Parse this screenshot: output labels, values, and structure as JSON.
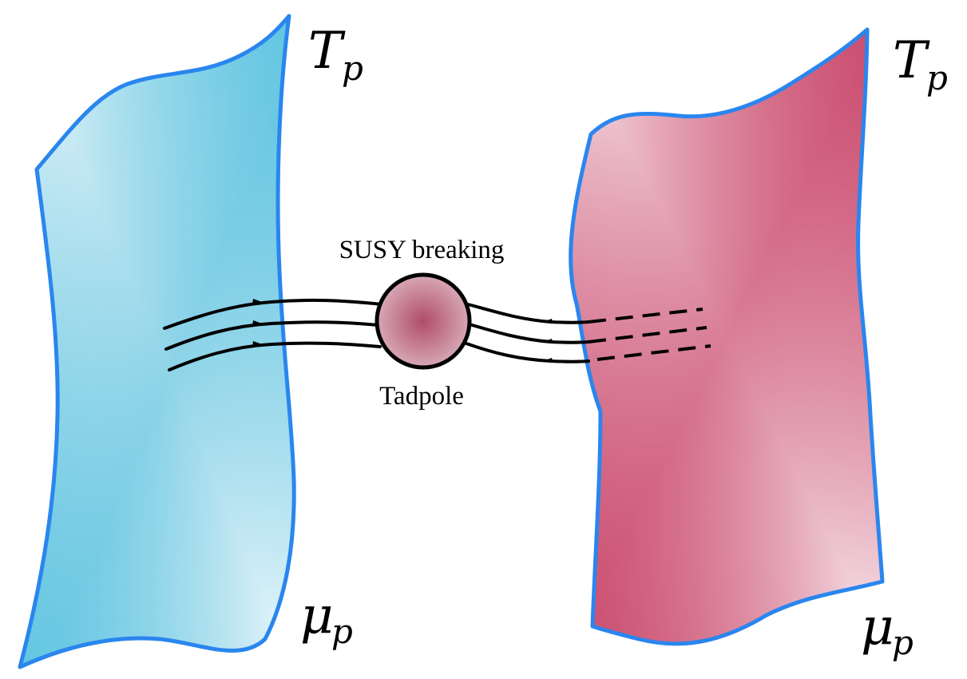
{
  "labels": {
    "left_top_main": "T",
    "left_top_sub": "p",
    "left_bottom_main": "μ",
    "left_bottom_sub": "p",
    "right_top_main": "T",
    "right_top_sub": "p",
    "right_bottom_main": "μ",
    "right_bottom_sub": "p",
    "center_top": "SUSY breaking",
    "center_bottom": "Tadpole"
  },
  "colors": {
    "left_brane_deep": "#5bc3e0",
    "left_brane_light": "#e6f5fa",
    "right_brane_deep": "#c9466a",
    "right_brane_light": "#f4dde3",
    "brane_outline": "#2a86ee",
    "tadpole_core": "#b04c6c",
    "tadpole_edge": "#d7a8b5"
  }
}
